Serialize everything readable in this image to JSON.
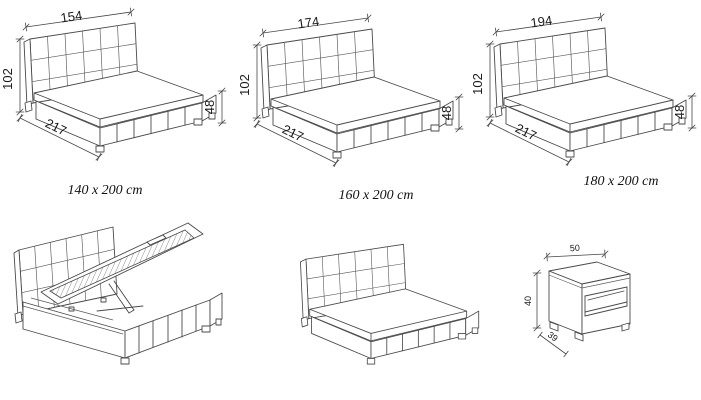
{
  "beds": [
    {
      "width_cm": "154",
      "height_cm": "102",
      "depth_cm": "217",
      "frame_height_cm": "48",
      "size_label": "140 x 200 cm"
    },
    {
      "width_cm": "174",
      "height_cm": "102",
      "depth_cm": "217",
      "frame_height_cm": "48",
      "size_label": "160 x 200 cm"
    },
    {
      "width_cm": "194",
      "height_cm": "102",
      "depth_cm": "217",
      "frame_height_cm": "48",
      "size_label": "180 x 200 cm"
    }
  ],
  "nightstand": {
    "width_cm": "50",
    "height_cm": "40",
    "depth_cm": "39"
  },
  "colors": {
    "background": "#ffffff",
    "line": "#4a4a4a",
    "text": "#1b1b1b"
  }
}
